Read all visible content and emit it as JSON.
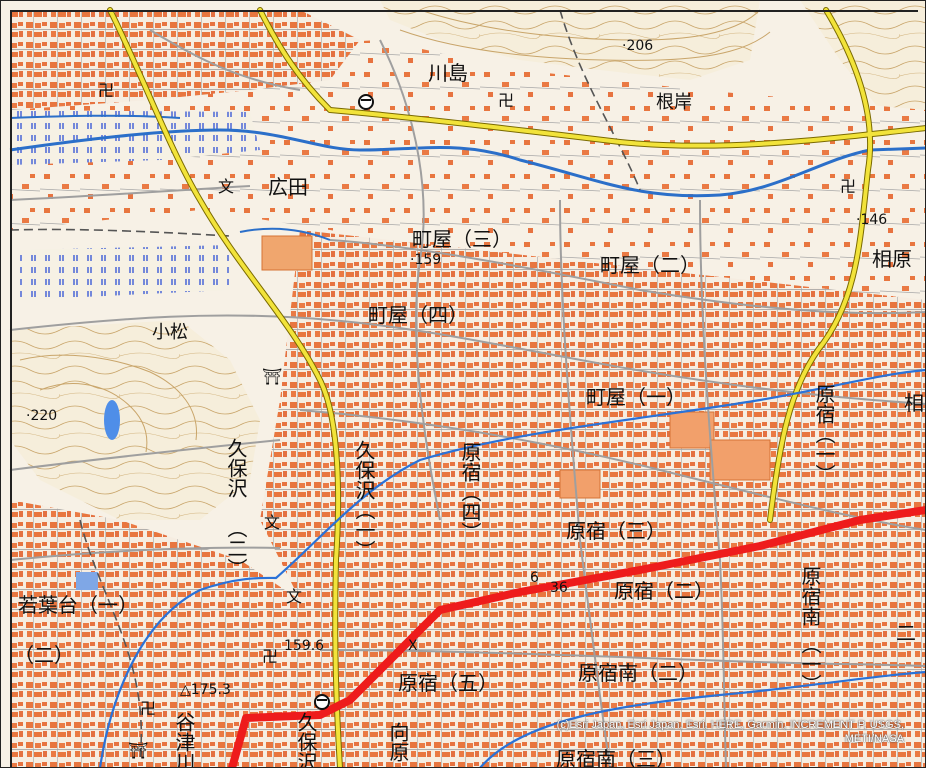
{
  "map": {
    "places": {
      "kawashima": "川島",
      "negishi": "根岸",
      "hirota": "広田",
      "machiya_3": "町屋（三）",
      "machiya_2": "町屋（二）",
      "machiya_4": "町屋（四）",
      "machiya_1": "町屋（一）",
      "aihara": "相原",
      "komatsu": "小松",
      "kubosawa": "久保沢",
      "kubosawa_2": "（二）",
      "kubosawa_1": "久保沢（一）",
      "harajuku_4": "原宿（四）",
      "harajuku_3": "原宿（三）",
      "harajuku_2": "原宿（二）",
      "harajuku_5": "原宿（五）",
      "harajuku_1": "原宿（一）",
      "harajukuminami": "原宿南",
      "harajukuminami_2": "原宿南（二）",
      "harajukuminami_1": "（一）",
      "harajukuminami_3": "原宿南（三）",
      "wakabadai_1": "若葉台（一）",
      "wakabadai_2": "（二）",
      "yatsugawa": "谷津川",
      "kubosawa_bottom": "久保沢",
      "mukaihara": "向原",
      "edge_ni": "二",
      "edge_so": "相"
    },
    "elevations": {
      "e206": "·206",
      "e146": "·146",
      "e159": "·159",
      "e220": "·220",
      "e1596": "159.6",
      "e1753": "△175.3",
      "e36": "36"
    },
    "route_label": "6",
    "colors": {
      "background": "#f7f1e6",
      "building": "#e8763f",
      "road_yellow": "#f2e33a",
      "route_red": "#ee1c1c",
      "boundary_blue": "#2a72d8",
      "river": "#2b6fc9"
    }
  },
  "attribution": {
    "line1": "(c)Esri Japan, Esri Japan, Esri, HERE, Garmin, INCREMENT P, USGS,",
    "line2": "METI/NASA"
  }
}
